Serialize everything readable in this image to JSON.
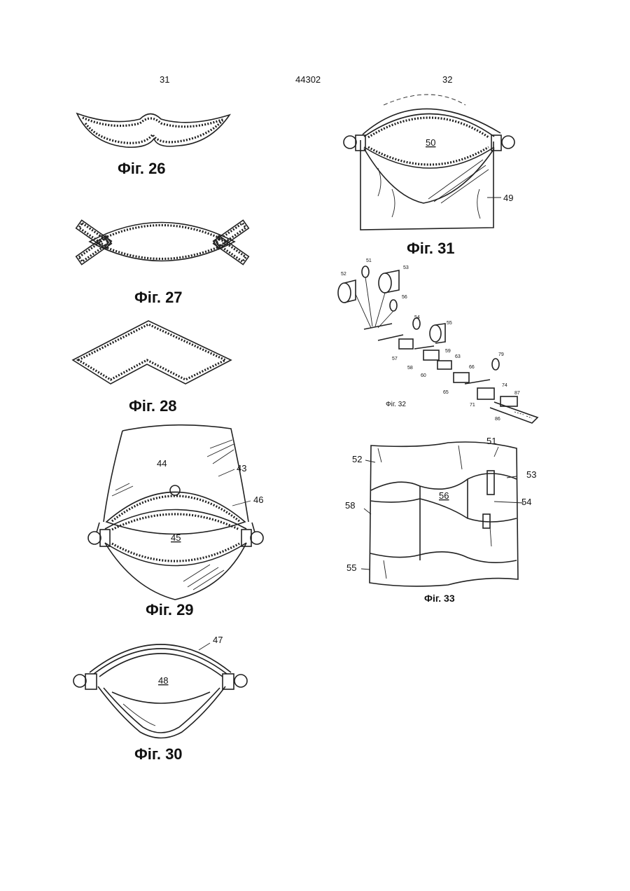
{
  "header": {
    "page_left": "31",
    "doc_number": "44302",
    "page_right": "32"
  },
  "captions": {
    "fig26": "Фіг. 26",
    "fig27": "Фіг. 27",
    "fig28": "Фіг. 28",
    "fig29": "Фіг. 29",
    "fig30": "Фіг. 30",
    "fig31": "Фіг. 31",
    "fig32": "Фіг. 32",
    "fig33": "Фіг. 33"
  },
  "labels": {
    "fig29": {
      "l43": "43",
      "l44": "44",
      "l45": "45",
      "l46": "46"
    },
    "fig30": {
      "l47": "47",
      "l48": "48"
    },
    "fig31": {
      "l49": "49",
      "l50": "50"
    },
    "fig32": {
      "l51": "51",
      "l52": "52",
      "l53": "53",
      "l54": "54",
      "l55": "55",
      "l56": "56",
      "l57": "57",
      "l58": "58",
      "l59": "59",
      "l60": "60",
      "l63": "63",
      "l65": "65",
      "l66": "66",
      "l71": "71",
      "l74": "74",
      "l79": "79",
      "l86": "86",
      "l87": "87"
    },
    "fig33": {
      "l51": "51",
      "l52": "52",
      "l53": "53",
      "l54": "54",
      "l55": "55",
      "l56": "56",
      "l58": "58"
    }
  }
}
